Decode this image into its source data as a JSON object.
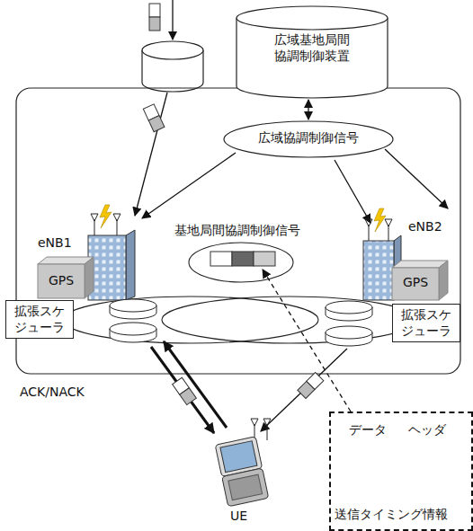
{
  "diagram": {
    "nodes": [
      {
        "text": [
          "広域基地局間協調制御装置"
        ]
      },
      {
        "text": [
          "広域協調制御信号"
        ]
      },
      {
        "text": [
          "拡張スケジューラ"
        ]
      },
      {
        "text": [
          "拡張スケジューラ"
        ]
      },
      {
        "text": [
          "データ",
          "ヘッダ",
          "送信タイミング情報"
        ]
      }
    ],
    "edges": [
      {
        "from": 1,
        "to": 0,
        "arrow": "both"
      }
    ],
    "labels": [
      "eNB1",
      "eNB2",
      "GPS",
      "GPS",
      "基地局間協調制御信号",
      "ACK/NACK",
      "UE"
    ]
  }
}
